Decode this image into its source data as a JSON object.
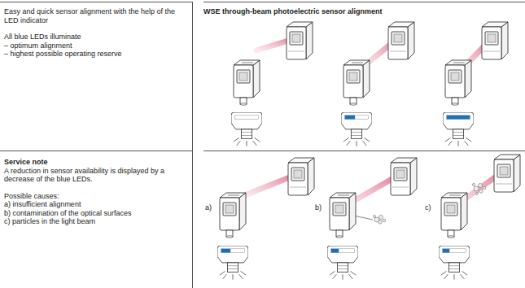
{
  "diagram": {
    "nodes": [
      {
        "text": [
          "Easy and quick sensor alignment with the help of the LED indicator",
          "All blue LEDs illuminate",
          "– optimum alignment",
          "– highest possible operating reserve"
        ]
      },
      {
        "text": [
          "WSE through-beam photoelectric sensor alignment"
        ]
      },
      {
        "text": [
          "Service note",
          "A reduction in sensor availability is displayed by a decrease of the blue LEDs.",
          "Possible causes:",
          "a) insufficient alignment",
          "b) contamination of the optical surfaces",
          "c) particles in the light beam"
        ]
      }
    ],
    "labels": [
      "a)",
      "b)",
      "c)"
    ]
  }
}
